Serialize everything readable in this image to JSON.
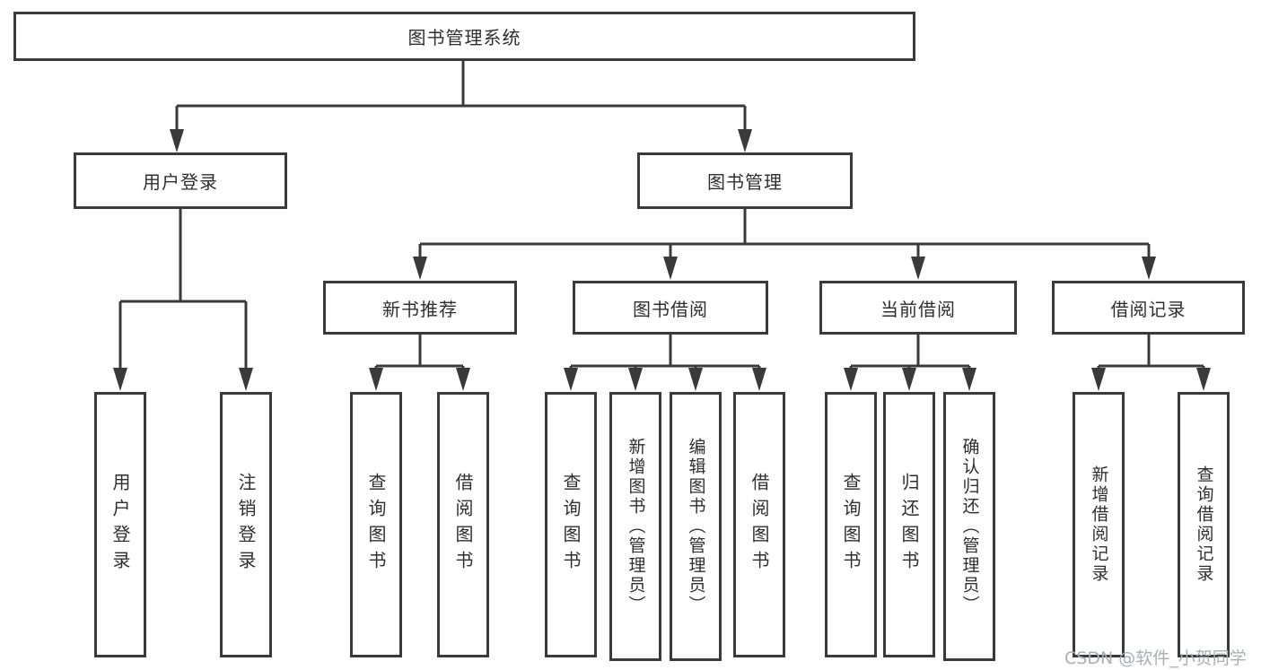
{
  "diagram": {
    "root": {
      "label": "图书管理系统"
    },
    "level2": [
      {
        "label": "用户登录"
      },
      {
        "label": "图书管理"
      }
    ],
    "level3": [
      {
        "label": "新书推荐"
      },
      {
        "label": "图书借阅"
      },
      {
        "label": "当前借阅"
      },
      {
        "label": "借阅记录"
      }
    ],
    "leaves": {
      "user_login": [
        "用户登录",
        "注销登录"
      ],
      "new_book_recommend": [
        "查询图书",
        "借阅图书"
      ],
      "book_borrow": [
        "查询图书",
        "新增图书（管理员）",
        "编辑图书（管理员）",
        "借阅图书"
      ],
      "current_borrow": [
        "查询图书",
        "归还图书",
        "确认归还（管理员）"
      ],
      "borrow_records": [
        "新增借阅记录",
        "查询借阅记录"
      ]
    },
    "watermark": "CSDN @软件_小贺同学",
    "colors": {
      "line": "#3a3a3a",
      "box_background": "#ffffff",
      "text": "#2f2f2f",
      "watermark": "#a9aeb4"
    }
  }
}
